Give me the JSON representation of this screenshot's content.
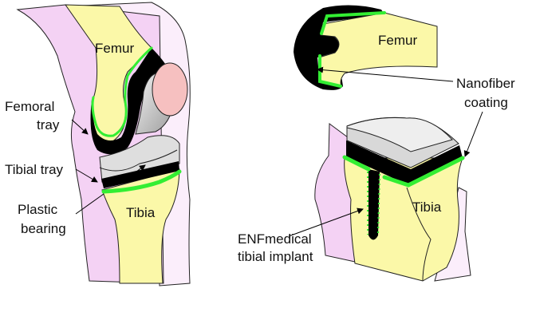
{
  "left_view": {
    "labels": {
      "femur": "Femur",
      "femoral_tray_1": "Femoral",
      "femoral_tray_2": "tray",
      "tibial_tray": "Tibial tray",
      "plastic_bearing_1": "Plastic",
      "plastic_bearing_2": "bearing",
      "tibia": "Tibia"
    }
  },
  "right_view": {
    "labels": {
      "femur": "Femur",
      "nanofiber_1": "Nanofiber",
      "nanofiber_2": "coating",
      "tibia": "Tibia",
      "implant_1": "ENFmedical",
      "implant_2": "tibial implant"
    }
  },
  "colors": {
    "bone": "#fbf8a8",
    "soft_tissue": "#f4d2f4",
    "soft_tissue_light": "#fbeefb",
    "coating": "#33ee33",
    "implant_metal": "#000000",
    "plastic": "#d9d9d9",
    "patella": "#f6c0c0"
  }
}
